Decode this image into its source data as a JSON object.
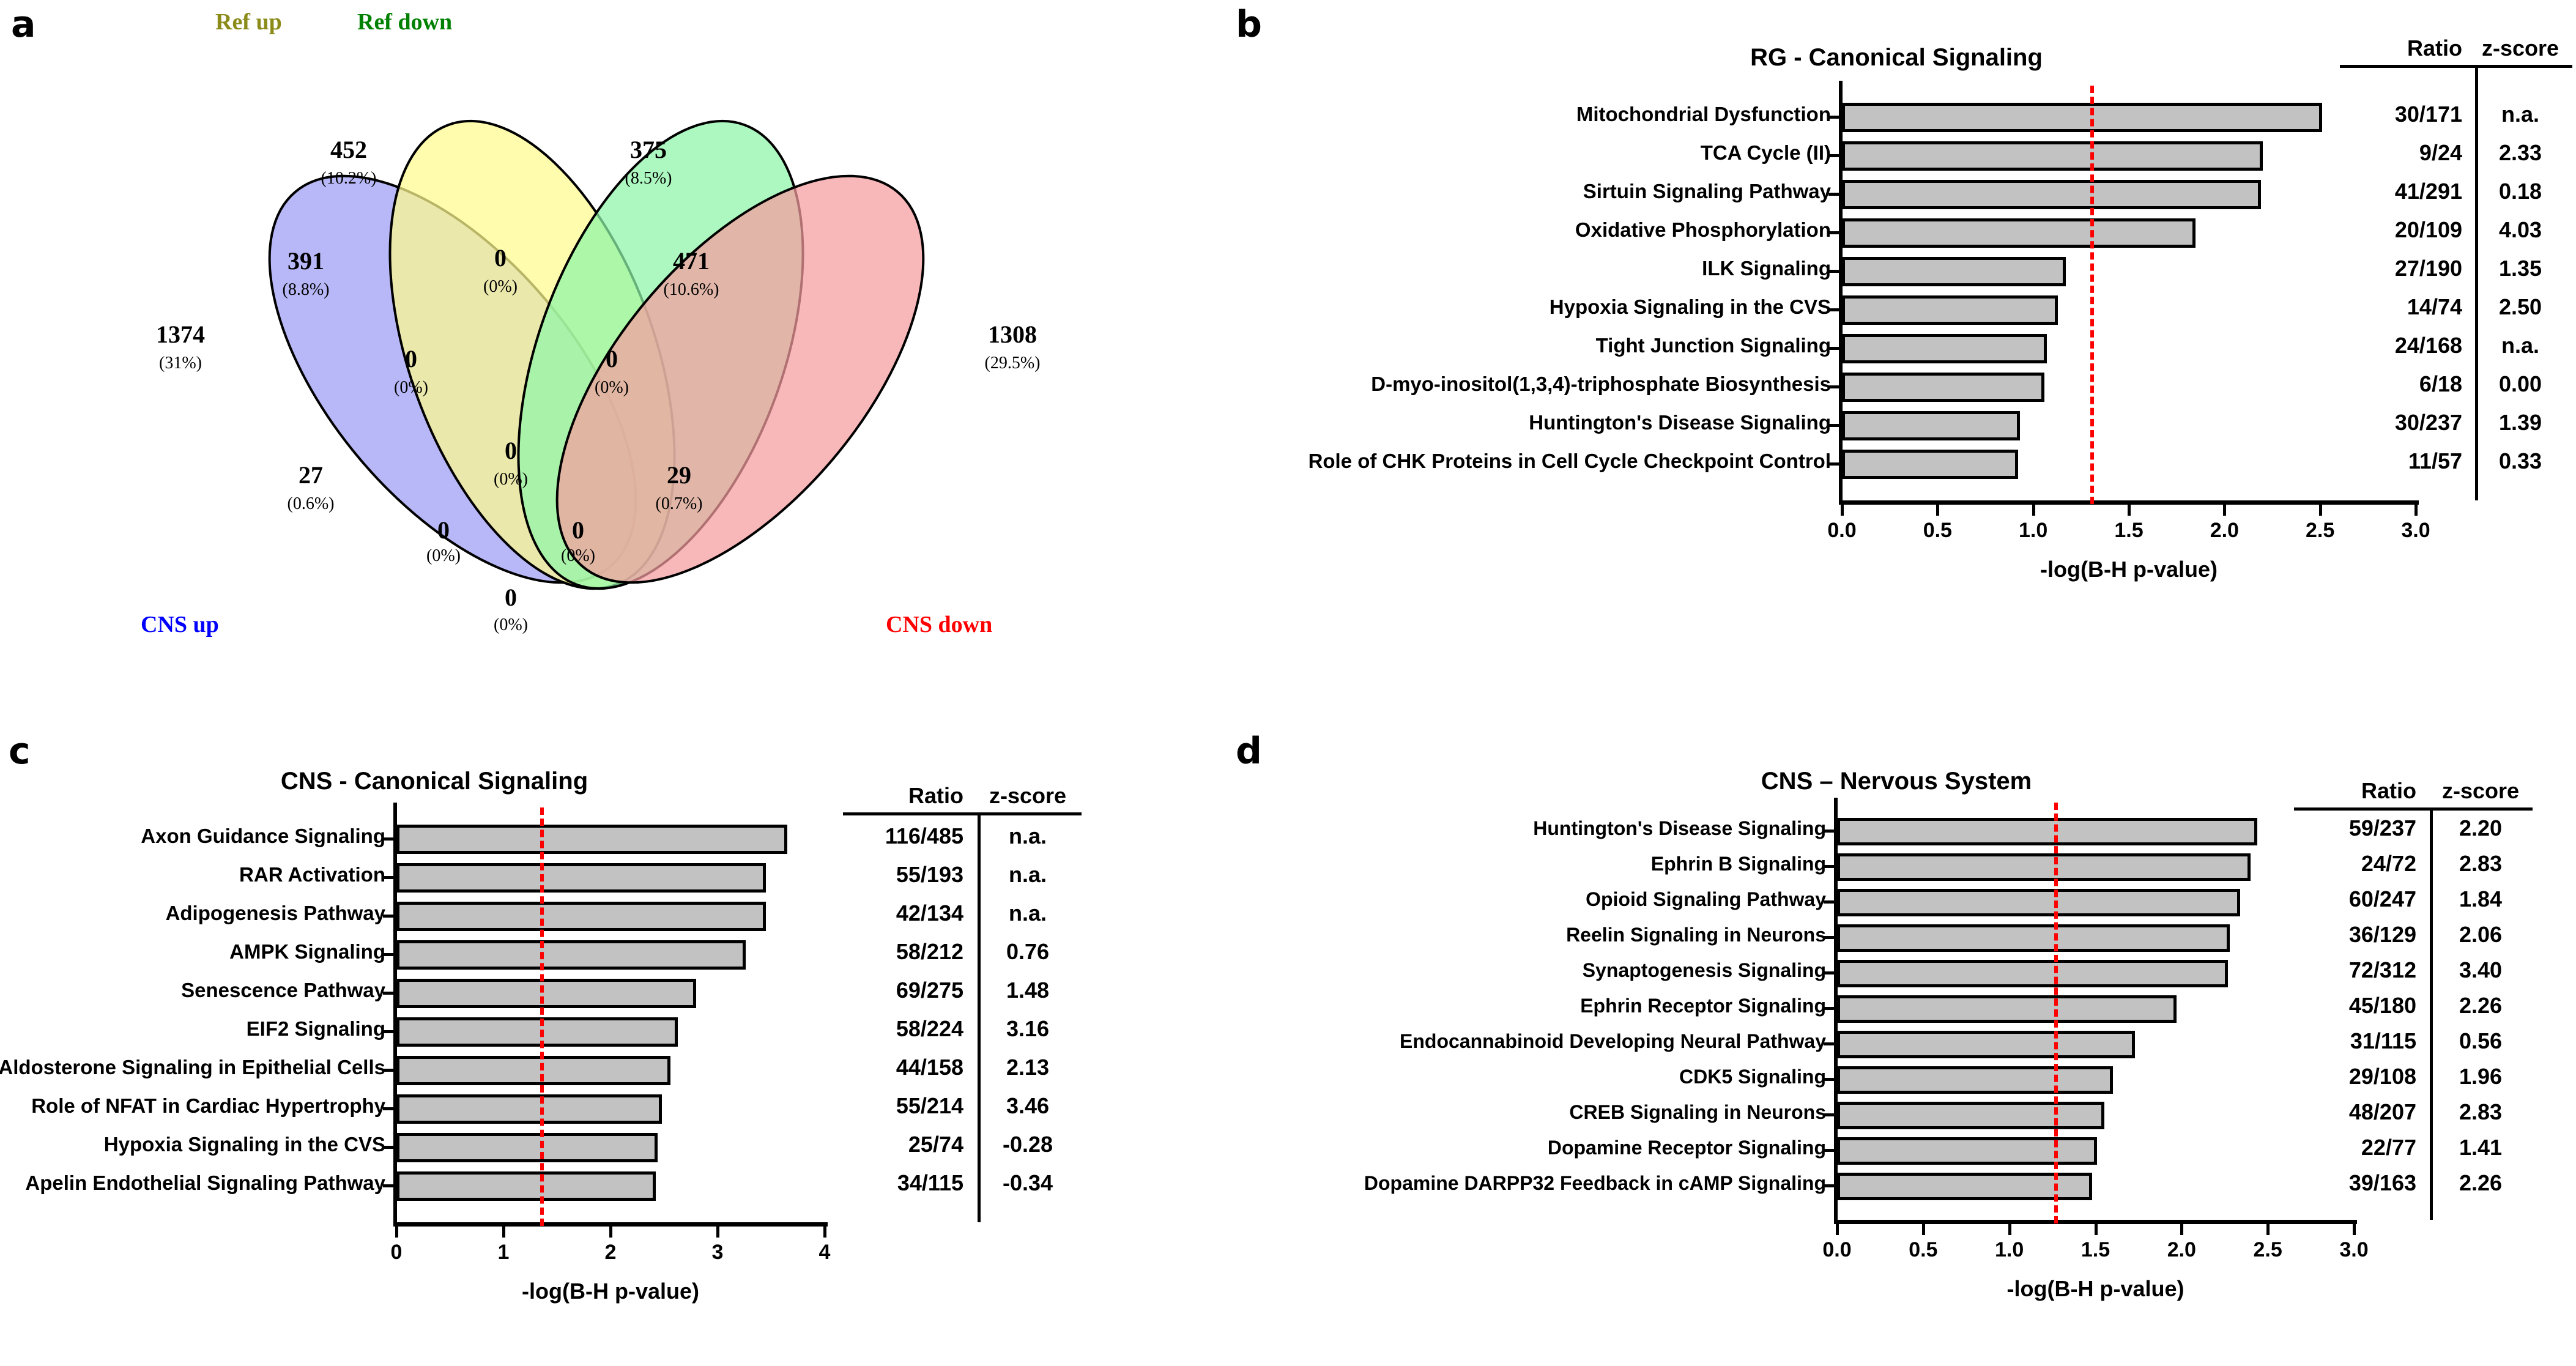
{
  "panels": {
    "a": {
      "letter": "a"
    },
    "b": {
      "letter": "b"
    },
    "c": {
      "letter": "c"
    },
    "d": {
      "letter": "d"
    }
  },
  "venn": {
    "set_labels": [
      {
        "name": "Ref up",
        "color": "#8B8B1A"
      },
      {
        "name": "Ref down",
        "color": "#008000"
      },
      {
        "name": "CNS up",
        "color": "#0000FF"
      },
      {
        "name": "CNS down",
        "color": "#FF0000"
      }
    ],
    "regions": [
      {
        "id": "cns-up-only",
        "count": "1374",
        "pct": "(31%)"
      },
      {
        "id": "ref-up-only",
        "count": "452",
        "pct": "(10.2%)"
      },
      {
        "id": "ref-down-only",
        "count": "375",
        "pct": "(8.5%)"
      },
      {
        "id": "cns-down-only",
        "count": "1308",
        "pct": "(29.5%)"
      },
      {
        "id": "cnsup-refup",
        "count": "391",
        "pct": "(8.8%)"
      },
      {
        "id": "refup-refdown",
        "count": "0",
        "pct": "(0%)"
      },
      {
        "id": "refdown-cnsdown",
        "count": "471",
        "pct": "(10.6%)"
      },
      {
        "id": "cnsup-refup-refdown",
        "count": "0",
        "pct": "(0%)"
      },
      {
        "id": "refup-refdown-cnsdown",
        "count": "0",
        "pct": "(0%)"
      },
      {
        "id": "cnsup-refdown",
        "count": "27",
        "pct": "(0.6%)"
      },
      {
        "id": "refup-cnsdown",
        "count": "29",
        "pct": "(0.7%)"
      },
      {
        "id": "all-four",
        "count": "0",
        "pct": "(0%)"
      },
      {
        "id": "cnsup-refdown-cnsdown",
        "count": "0",
        "pct": "(0%)"
      },
      {
        "id": "cnsup-refup-cnsdown",
        "count": "0",
        "pct": "(0%)"
      },
      {
        "id": "cnsup-cnsdown",
        "count": "0",
        "pct": "(0%)"
      }
    ],
    "colors": {
      "ref_up": "#FFFB8D",
      "ref_down": "#8DF5A8",
      "cns_up": "#9C9CF5",
      "cns_down": "#F59CA0",
      "outline": "#000000"
    }
  },
  "chart_data": [
    {
      "panel": "b",
      "type": "bar",
      "title": "RG - Canonical Signaling",
      "xlabel": "-log(B-H p-value)",
      "ylabel": "",
      "xlim": [
        0.0,
        3.0
      ],
      "xticks": [
        "0.0",
        "0.5",
        "1.0",
        "1.5",
        "2.0",
        "2.5",
        "3.0"
      ],
      "xtick_values": [
        0.0,
        0.5,
        1.0,
        1.5,
        2.0,
        2.5,
        3.0
      ],
      "grid": false,
      "threshold_value": 1.3,
      "threshold_color": "#FF0000",
      "bar_color": "#C2C2C2",
      "columns": [
        "Ratio",
        "z-score"
      ],
      "categories": [
        "Mitochondrial Dysfunction",
        "TCA Cycle (II)",
        "Sirtuin Signaling Pathway",
        "Oxidative Phosphorylation",
        "ILK Signaling",
        "Hypoxia Signaling in the CVS",
        "Tight Junction Signaling",
        "D-myo-inositol(1,3,4)-triphosphate Biosynthesis",
        "Huntington's Disease Signaling",
        "Role of CHK Proteins in Cell Cycle Checkpoint Control"
      ],
      "values": [
        2.51,
        2.2,
        2.19,
        1.85,
        1.17,
        1.13,
        1.07,
        1.06,
        0.93,
        0.92
      ],
      "ratio": [
        "30/171",
        "9/24",
        "41/291",
        "20/109",
        "27/190",
        "14/74",
        "24/168",
        "6/18",
        "30/237",
        "11/57"
      ],
      "zscore": [
        "n.a.",
        "2.33",
        "0.18",
        "4.03",
        "1.35",
        "2.50",
        "n.a.",
        "0.00",
        "1.39",
        "0.33"
      ]
    },
    {
      "panel": "c",
      "type": "bar",
      "title": "CNS - Canonical Signaling",
      "xlabel": "-log(B-H p-value)",
      "ylabel": "",
      "xlim": [
        0,
        4
      ],
      "xticks": [
        "0",
        "1",
        "2",
        "3",
        "4"
      ],
      "xtick_values": [
        0,
        1,
        2,
        3,
        4
      ],
      "grid": false,
      "threshold_value": 1.34,
      "threshold_color": "#FF0000",
      "bar_color": "#C2C2C2",
      "columns": [
        "Ratio",
        "z-score"
      ],
      "categories": [
        "Axon Guidance Signaling",
        "RAR Activation",
        "Adipogenesis Pathway",
        "AMPK Signaling",
        "Senescence Pathway",
        "EIF2 Signaling",
        "Aldosterone Signaling in Epithelial Cells",
        "Role of NFAT in Cardiac Hypertrophy",
        "Hypoxia Signaling in the CVS",
        "Apelin Endothelial Signaling Pathway"
      ],
      "values": [
        3.65,
        3.45,
        3.45,
        3.26,
        2.8,
        2.63,
        2.56,
        2.48,
        2.44,
        2.42
      ],
      "ratio": [
        "116/485",
        "55/193",
        "42/134",
        "58/212",
        "69/275",
        "58/224",
        "44/158",
        "55/214",
        "25/74",
        "34/115"
      ],
      "zscore": [
        "n.a.",
        "n.a.",
        "n.a.",
        "0.76",
        "1.48",
        "3.16",
        "2.13",
        "3.46",
        "-0.28",
        "-0.34"
      ]
    },
    {
      "panel": "d",
      "type": "bar",
      "title": "CNS – Nervous System",
      "xlabel": "-log(B-H p-value)",
      "ylabel": "",
      "xlim": [
        0.0,
        3.0
      ],
      "xticks": [
        "0.0",
        "0.5",
        "1.0",
        "1.5",
        "2.0",
        "2.5",
        "3.0"
      ],
      "xtick_values": [
        0.0,
        0.5,
        1.0,
        1.5,
        2.0,
        2.5,
        3.0
      ],
      "grid": false,
      "threshold_value": 1.26,
      "threshold_color": "#FF0000",
      "bar_color": "#C2C2C2",
      "columns": [
        "Ratio",
        "z-score"
      ],
      "categories": [
        "Huntington's Disease Signaling",
        "Ephrin B Signaling",
        "Opioid Signaling Pathway",
        "Reelin Signaling in Neurons",
        "Synaptogenesis Signaling",
        "Ephrin Receptor Signaling",
        "Endocannabinoid Developing Neural Pathway",
        "CDK5 Signaling",
        "CREB Signaling in Neurons",
        "Dopamine Receptor Signaling",
        "Dopamine DARPP32 Feedback in cAMP Signaling"
      ],
      "values": [
        2.44,
        2.4,
        2.34,
        2.28,
        2.27,
        1.97,
        1.73,
        1.6,
        1.55,
        1.51,
        1.48
      ],
      "ratio": [
        "59/237",
        "24/72",
        "60/247",
        "36/129",
        "72/312",
        "45/180",
        "31/115",
        "29/108",
        "48/207",
        "22/77",
        "39/163"
      ],
      "zscore": [
        "2.20",
        "2.83",
        "1.84",
        "2.06",
        "3.40",
        "2.26",
        "0.56",
        "1.96",
        "2.83",
        "1.41",
        "2.26"
      ]
    }
  ]
}
